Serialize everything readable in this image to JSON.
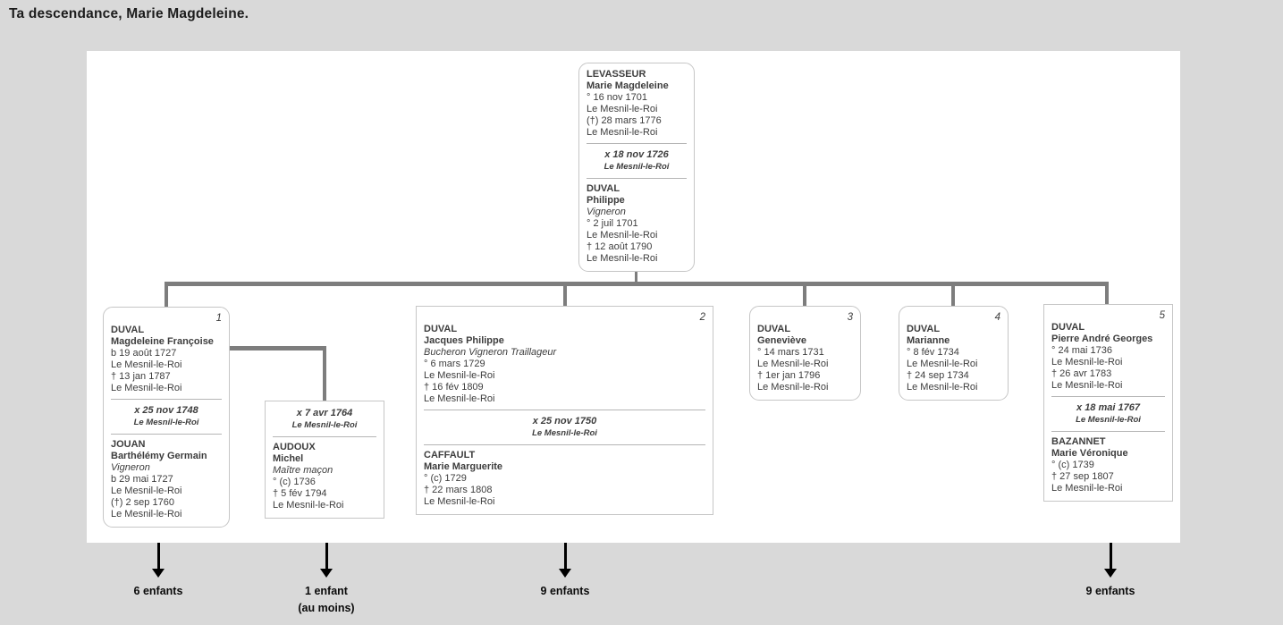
{
  "title": "Ta descendance, Marie Magdeleine.",
  "colors": {
    "background": "#d9d9d9",
    "canvas": "#ffffff",
    "connector": "#7d7d7d",
    "box_border": "#c6c6c6",
    "box_text": "#3d3d3d",
    "arrow_black": "#000000"
  },
  "boxes": {
    "root": {
      "number": "",
      "sections": [
        {
          "type": "person",
          "lines": [
            {
              "t": "LEVASSEUR",
              "s": "name"
            },
            {
              "t": "Marie Magdeleine",
              "s": "name"
            },
            {
              "t": "° 16 nov 1701",
              "s": "plain"
            },
            {
              "t": "Le Mesnil-le-Roi",
              "s": "plain"
            },
            {
              "t": "(†) 28 mars 1776",
              "s": "plain"
            },
            {
              "t": "Le Mesnil-le-Roi",
              "s": "plain"
            }
          ]
        },
        {
          "type": "marriage",
          "date": "x 18 nov 1726",
          "place": "Le Mesnil-le-Roi"
        },
        {
          "type": "person",
          "lines": [
            {
              "t": "DUVAL",
              "s": "name"
            },
            {
              "t": "Philippe",
              "s": "name"
            },
            {
              "t": "Vigneron",
              "s": "occ"
            },
            {
              "t": "° 2 juil 1701",
              "s": "plain"
            },
            {
              "t": "Le Mesnil-le-Roi",
              "s": "plain"
            },
            {
              "t": "† 12 août 1790",
              "s": "plain"
            },
            {
              "t": "Le Mesnil-le-Roi",
              "s": "plain"
            }
          ]
        }
      ]
    },
    "child1": {
      "number": "1",
      "sections": [
        {
          "type": "person",
          "lines": [
            {
              "t": "DUVAL",
              "s": "name"
            },
            {
              "t": "Magdeleine Françoise",
              "s": "name"
            },
            {
              "t": "b 19 août 1727",
              "s": "plain"
            },
            {
              "t": "Le Mesnil-le-Roi",
              "s": "plain"
            },
            {
              "t": "† 13 jan 1787",
              "s": "plain"
            },
            {
              "t": "Le Mesnil-le-Roi",
              "s": "plain"
            }
          ]
        },
        {
          "type": "marriage",
          "date": "x 25 nov 1748",
          "place": "Le Mesnil-le-Roi"
        },
        {
          "type": "person",
          "lines": [
            {
              "t": "JOUAN",
              "s": "name"
            },
            {
              "t": "Barthélémy Germain",
              "s": "name"
            },
            {
              "t": "Vigneron",
              "s": "occ"
            },
            {
              "t": "b 29 mai 1727",
              "s": "plain"
            },
            {
              "t": "Le Mesnil-le-Roi",
              "s": "plain"
            },
            {
              "t": "(†) 2 sep 1760",
              "s": "plain"
            },
            {
              "t": "Le Mesnil-le-Roi",
              "s": "plain"
            }
          ]
        }
      ]
    },
    "spouse1b": {
      "number": "",
      "sections": [
        {
          "type": "marriage",
          "date": "x 7 avr 1764",
          "place": "Le Mesnil-le-Roi"
        },
        {
          "type": "person",
          "lines": [
            {
              "t": "AUDOUX",
              "s": "name"
            },
            {
              "t": "Michel",
              "s": "name"
            },
            {
              "t": "Maître maçon",
              "s": "occ"
            },
            {
              "t": "° (c) 1736",
              "s": "plain"
            },
            {
              "t": "† 5 fév 1794",
              "s": "plain"
            },
            {
              "t": "Le Mesnil-le-Roi",
              "s": "plain"
            }
          ]
        }
      ]
    },
    "child2": {
      "number": "2",
      "sections": [
        {
          "type": "person",
          "lines": [
            {
              "t": "DUVAL",
              "s": "name"
            },
            {
              "t": "Jacques Philippe",
              "s": "name"
            },
            {
              "t": "Bucheron Vigneron Traillageur",
              "s": "occ"
            },
            {
              "t": "° 6 mars 1729",
              "s": "plain"
            },
            {
              "t": "Le Mesnil-le-Roi",
              "s": "plain"
            },
            {
              "t": "† 16 fév 1809",
              "s": "plain"
            },
            {
              "t": "Le Mesnil-le-Roi",
              "s": "plain"
            }
          ]
        },
        {
          "type": "marriage",
          "date": "x 25 nov 1750",
          "place": "Le Mesnil-le-Roi"
        },
        {
          "type": "person",
          "lines": [
            {
              "t": "CAFFAULT",
              "s": "name"
            },
            {
              "t": "Marie Marguerite",
              "s": "name"
            },
            {
              "t": "° (c) 1729",
              "s": "plain"
            },
            {
              "t": "† 22 mars 1808",
              "s": "plain"
            },
            {
              "t": "Le Mesnil-le-Roi",
              "s": "plain"
            }
          ]
        }
      ]
    },
    "child3": {
      "number": "3",
      "sections": [
        {
          "type": "person",
          "lines": [
            {
              "t": "DUVAL",
              "s": "name"
            },
            {
              "t": "Geneviève",
              "s": "name"
            },
            {
              "t": "° 14 mars 1731",
              "s": "plain"
            },
            {
              "t": "Le Mesnil-le-Roi",
              "s": "plain"
            },
            {
              "t": "† 1er jan 1796",
              "s": "plain"
            },
            {
              "t": "Le Mesnil-le-Roi",
              "s": "plain"
            }
          ]
        }
      ]
    },
    "child4": {
      "number": "4",
      "sections": [
        {
          "type": "person",
          "lines": [
            {
              "t": "DUVAL",
              "s": "name"
            },
            {
              "t": "Marianne",
              "s": "name"
            },
            {
              "t": "° 8 fév 1734",
              "s": "plain"
            },
            {
              "t": "Le Mesnil-le-Roi",
              "s": "plain"
            },
            {
              "t": "† 24 sep 1734",
              "s": "plain"
            },
            {
              "t": "Le Mesnil-le-Roi",
              "s": "plain"
            }
          ]
        }
      ]
    },
    "child5": {
      "number": "5",
      "sections": [
        {
          "type": "person",
          "lines": [
            {
              "t": "DUVAL",
              "s": "name"
            },
            {
              "t": "Pierre André Georges",
              "s": "name"
            },
            {
              "t": "° 24 mai 1736",
              "s": "plain"
            },
            {
              "t": "Le Mesnil-le-Roi",
              "s": "plain"
            },
            {
              "t": "† 26 avr 1783",
              "s": "plain"
            },
            {
              "t": "Le Mesnil-le-Roi",
              "s": "plain"
            }
          ]
        },
        {
          "type": "marriage",
          "date": "x 18 mai 1767",
          "place": "Le Mesnil-le-Roi"
        },
        {
          "type": "person",
          "lines": [
            {
              "t": "BAZANNET",
              "s": "name"
            },
            {
              "t": "Marie Véronique",
              "s": "name"
            },
            {
              "t": "° (c) 1739",
              "s": "plain"
            },
            {
              "t": "† 27 sep 1807",
              "s": "plain"
            },
            {
              "t": "Le Mesnil-le-Roi",
              "s": "plain"
            }
          ]
        }
      ]
    }
  },
  "arrows": [
    {
      "label": "6 enfants",
      "sublabel": ""
    },
    {
      "label": "1 enfant",
      "sublabel": "(au moins)"
    },
    {
      "label": "9 enfants",
      "sublabel": ""
    },
    {
      "label": "9 enfants",
      "sublabel": ""
    }
  ]
}
